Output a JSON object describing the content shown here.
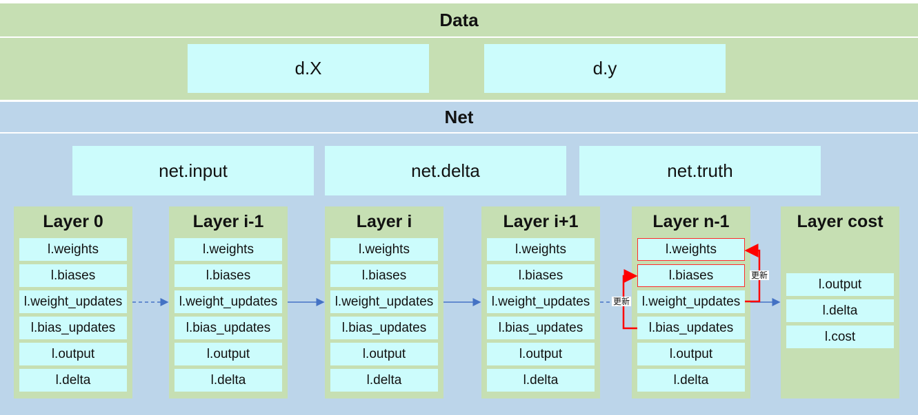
{
  "data_section": {
    "title": "Data",
    "items": [
      "d.X",
      "d.y"
    ]
  },
  "net_section": {
    "title": "Net",
    "items": [
      "net.input",
      "net.delta",
      "net.truth"
    ]
  },
  "layers": [
    {
      "title": "Layer 0",
      "fields": [
        "l.weights",
        "l.biases",
        "l.weight_updates",
        "l.bias_updates",
        "l.output",
        "l.delta"
      ]
    },
    {
      "title": "Layer i-1",
      "fields": [
        "l.weights",
        "l.biases",
        "l.weight_updates",
        "l.bias_updates",
        "l.output",
        "l.delta"
      ]
    },
    {
      "title": "Layer i",
      "fields": [
        "l.weights",
        "l.biases",
        "l.weight_updates",
        "l.bias_updates",
        "l.output",
        "l.delta"
      ]
    },
    {
      "title": "Layer i+1",
      "fields": [
        "l.weights",
        "l.biases",
        "l.weight_updates",
        "l.bias_updates",
        "l.output",
        "l.delta"
      ]
    },
    {
      "title": "Layer n-1",
      "fields": [
        "l.weights",
        "l.biases",
        "l.weight_updates",
        "l.bias_updates",
        "l.output",
        "l.delta"
      ]
    },
    {
      "title": "Layer cost",
      "fields": [
        "l.output",
        "l.delta",
        "l.cost"
      ]
    }
  ],
  "update_labels": [
    "更新",
    "更新"
  ],
  "colors": {
    "data_band": "#c6dfb3",
    "net_band": "#bcd5ea",
    "box_fill": "#ccfcfc",
    "flow_arrow": "#4472c4",
    "update_arrow": "#ff0000"
  }
}
